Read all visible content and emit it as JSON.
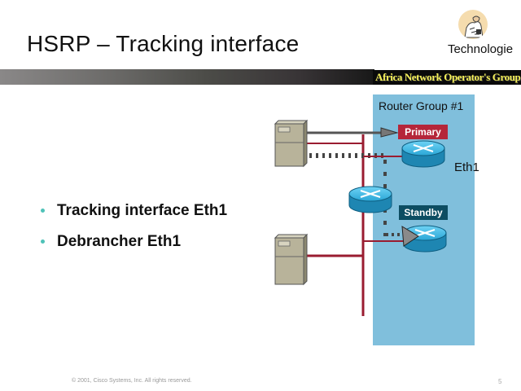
{
  "slide": {
    "title": "HSRP – Tracking interface",
    "logo_text": "Technologie",
    "banner_text": "Africa Network Operator's Group",
    "bullets": [
      {
        "text": "Tracking interface Eth1"
      },
      {
        "text": "Debrancher Eth1"
      }
    ],
    "footer": "© 2001, Cisco Systems, Inc. All rights reserved.",
    "page_number": "5"
  },
  "diagram": {
    "group_label": "Router Group #1",
    "primary_label": "Primary",
    "standby_label": "Standby",
    "interface_label": "Eth1",
    "colors": {
      "group_panel": "#80bfdc",
      "primary_tag": "#b5263a",
      "standby_tag": "#0d4d62",
      "link_red": "#9a1c30",
      "router_blue": "#1e9ccc",
      "server_beige": "#b8b39a",
      "bullet_dot": "#4fc2b8",
      "banner_text": "#f5f05a"
    },
    "icons": [
      "server-icon",
      "router-icon",
      "arrow-icon",
      "monk-logo-icon"
    ]
  }
}
